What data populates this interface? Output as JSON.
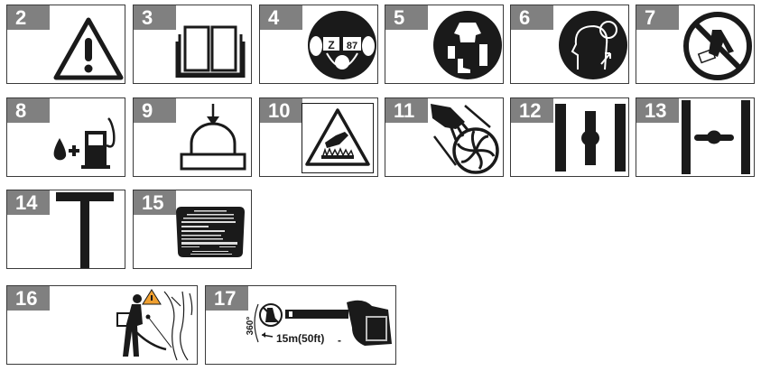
{
  "symbols": [
    {
      "number": "2",
      "meaning": "warning-triangle-icon"
    },
    {
      "number": "3",
      "meaning": "read-manual-icon"
    },
    {
      "number": "4",
      "meaning": "eye-ear-breathing-protection-icon",
      "text": [
        "Z",
        "87"
      ]
    },
    {
      "number": "5",
      "meaning": "protective-clothing-icon"
    },
    {
      "number": "6",
      "meaning": "tie-back-long-hair-icon"
    },
    {
      "number": "7",
      "meaning": "no-loose-clothing-icon"
    },
    {
      "number": "8",
      "meaning": "oil-plus-fuel-icon",
      "text": [
        "+"
      ]
    },
    {
      "number": "9",
      "meaning": "primer-bulb-press-icon"
    },
    {
      "number": "10",
      "meaning": "hot-surface-warning-icon"
    },
    {
      "number": "11",
      "meaning": "rotating-fan-hand-hazard-icon"
    },
    {
      "number": "12",
      "meaning": "choke-open-icon"
    },
    {
      "number": "13",
      "meaning": "choke-closed-icon"
    },
    {
      "number": "14",
      "meaning": "throttle-t-handle-icon"
    },
    {
      "number": "15",
      "meaning": "emission-control-label-icon"
    },
    {
      "number": "16",
      "meaning": "stay-clear-of-trees-warning-icon"
    },
    {
      "number": "17",
      "meaning": "keep-bystanders-away-icon",
      "text": [
        "360°",
        "15m(50ft)"
      ]
    }
  ],
  "colors": {
    "label_bg": "#808080",
    "label_text": "#ffffff",
    "border": "#3a3a3a",
    "ink": "#1a1a1a"
  }
}
